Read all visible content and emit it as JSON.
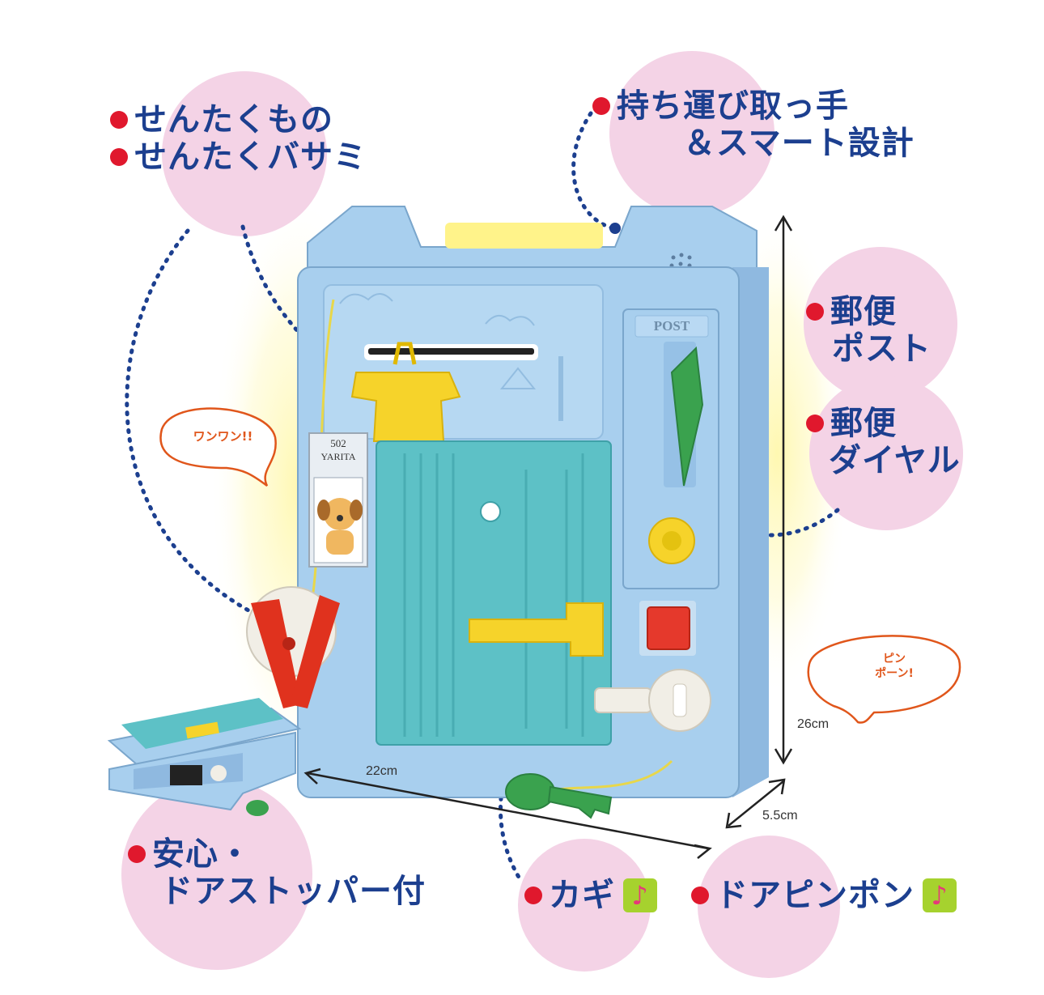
{
  "callouts": {
    "laundry_line1": "せんたくもの",
    "laundry_line2": "せんたくバサミ",
    "handle_line1": "持ち運び取っ手",
    "handle_line2": "＆スマート設計",
    "post_line1": "郵便",
    "post_line2": "ポスト",
    "dial_line1": "郵便",
    "dial_line2": "ダイヤル",
    "stopper_line1": "安心・",
    "stopper_line2": "ドアストッパー付",
    "key": "カギ",
    "doorbell": "ドアピンポン"
  },
  "speech": {
    "dog_bark": "ワンワン!!",
    "bell_line1": "ピン",
    "bell_line2": "ポーン!"
  },
  "toy": {
    "post_sign": "POST",
    "room_number": "502",
    "nameplate": "YARITA"
  },
  "dimensions": {
    "width": "22cm",
    "height": "26cm",
    "depth": "5.5cm"
  },
  "icons": {
    "music_note": "♪"
  },
  "colors": {
    "callout_text": "#1c3f8f",
    "bullet_dot": "#e0182d",
    "callout_circle": "#f4d3e6",
    "toy_body": "#a8cfee",
    "door": "#5dc1c6",
    "music_badge": "#a6d22e"
  }
}
